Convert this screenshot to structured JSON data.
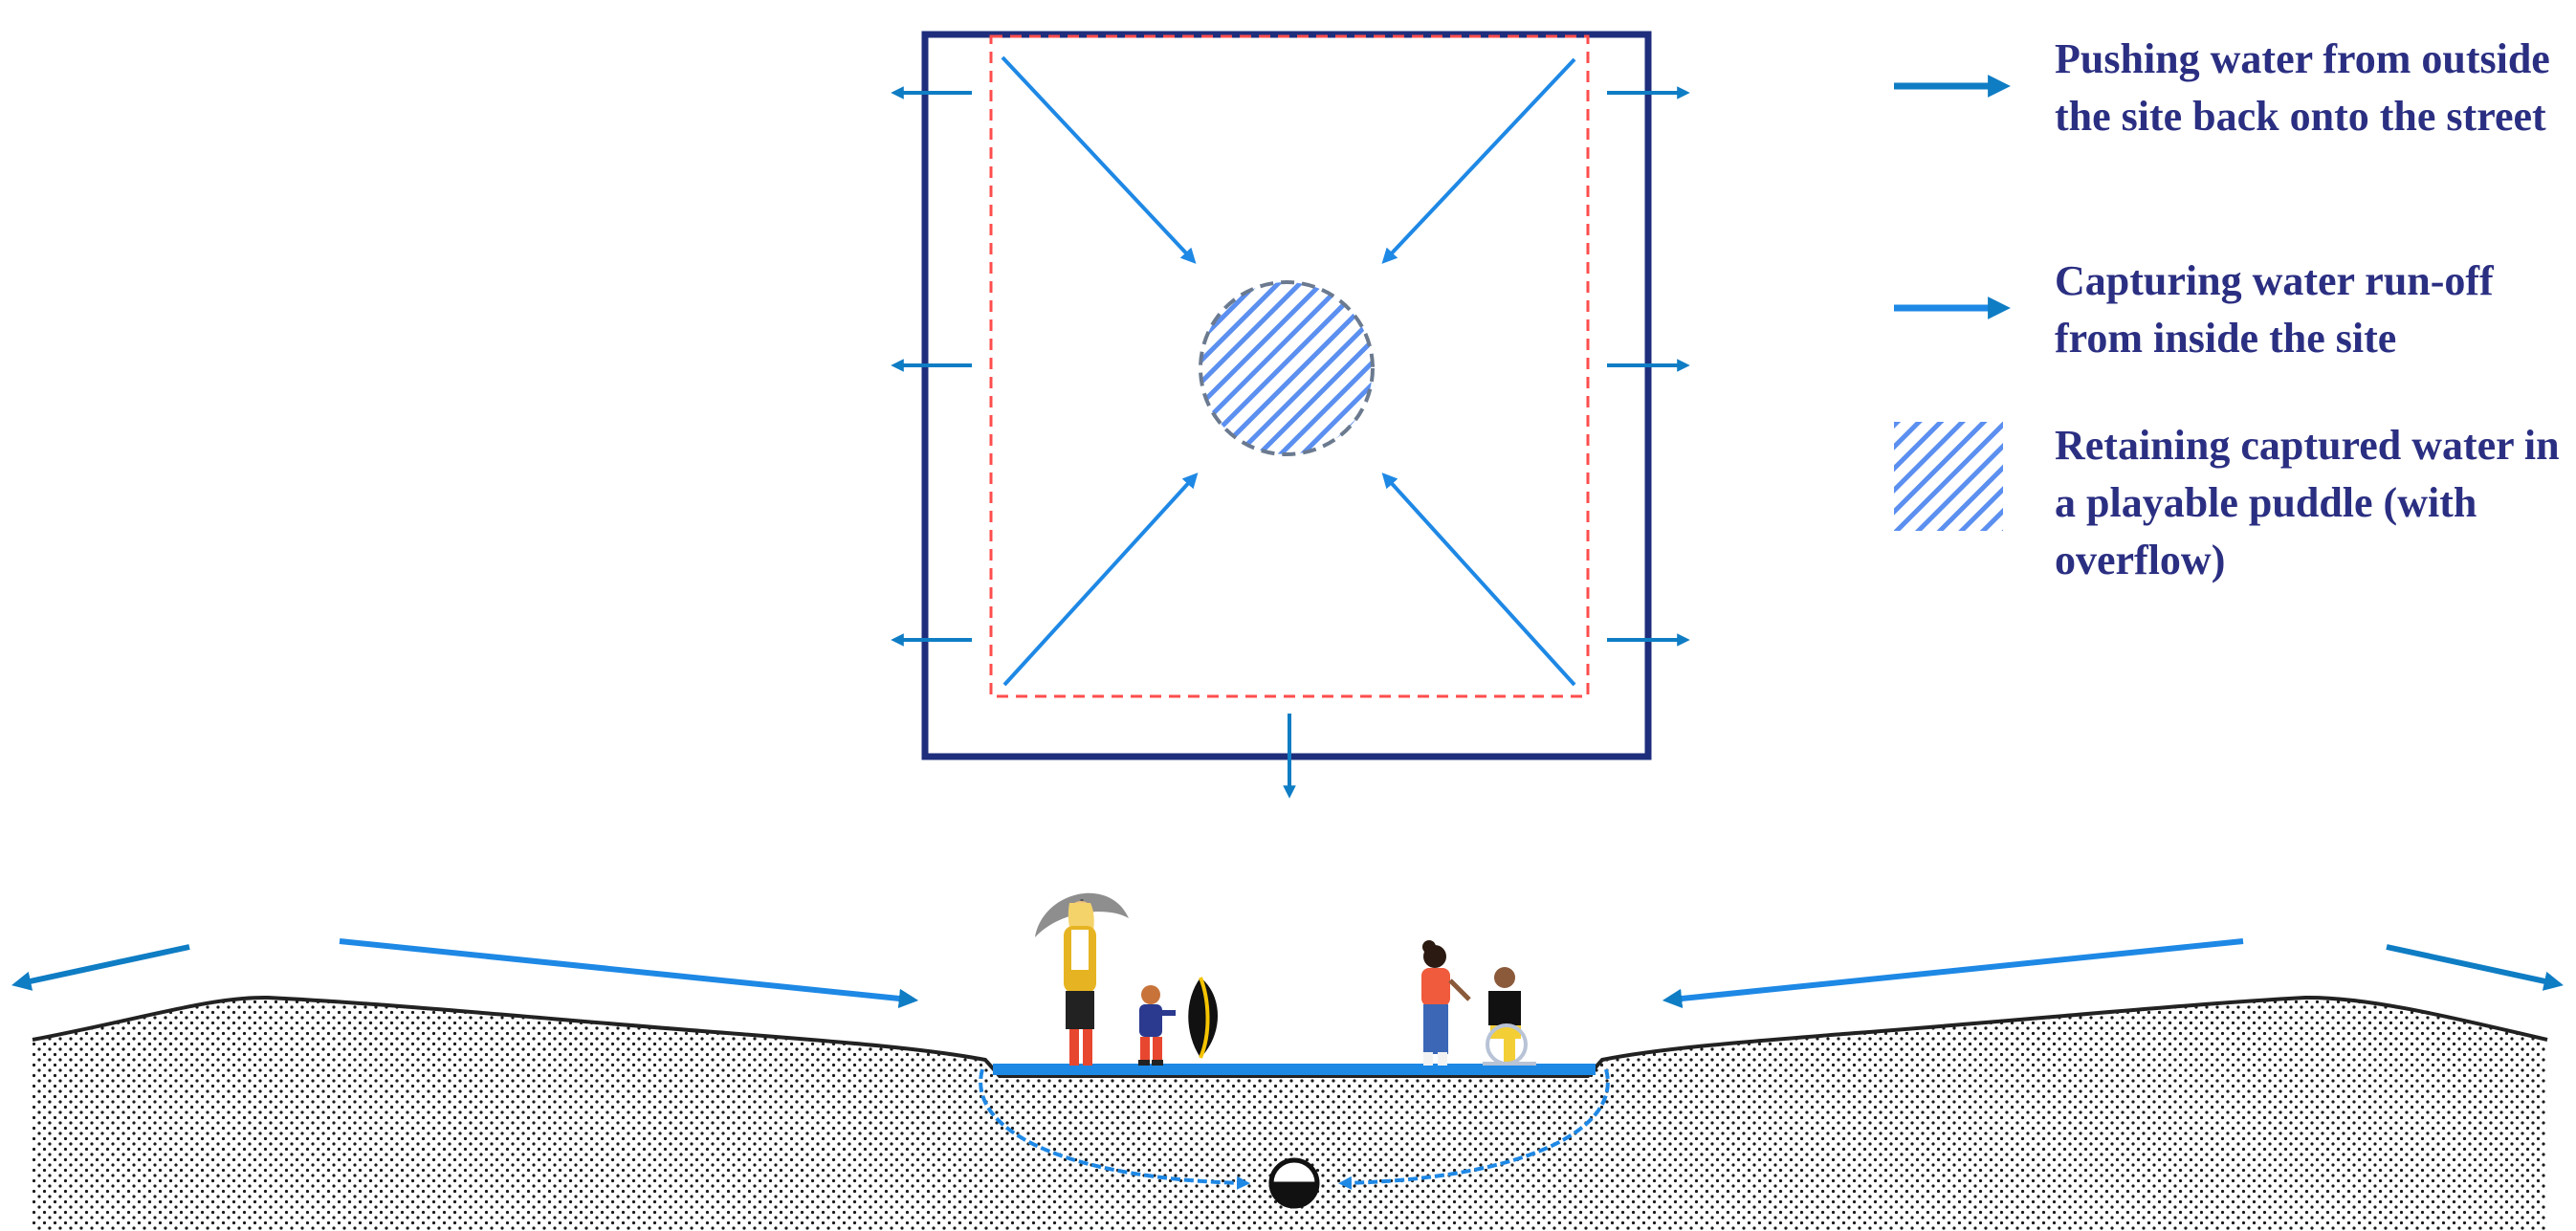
{
  "legend": {
    "push_label": "Pushing water from outside the site back onto the street",
    "capture_label": "Capturing water run-off from inside the site",
    "retain_label": "Retaining captured water in a playable puddle (with overflow)"
  },
  "icons": {
    "push_arrow": "arrow-right-icon",
    "capture_arrow": "arrow-right-icon",
    "retain_swatch": "hatched-swatch-icon",
    "drain": "drain-icon"
  },
  "colors": {
    "site_boundary": "#1e2e7c",
    "inner_boundary": "#ff4d4d",
    "push_arrow": "#0f7dc4",
    "capture_arrow": "#1e88e5",
    "puddle_hatch": "#5b8ff0",
    "legend_text": "#2b2f82",
    "ground_outline": "#222222",
    "puddle_water": "#1e88e5"
  }
}
